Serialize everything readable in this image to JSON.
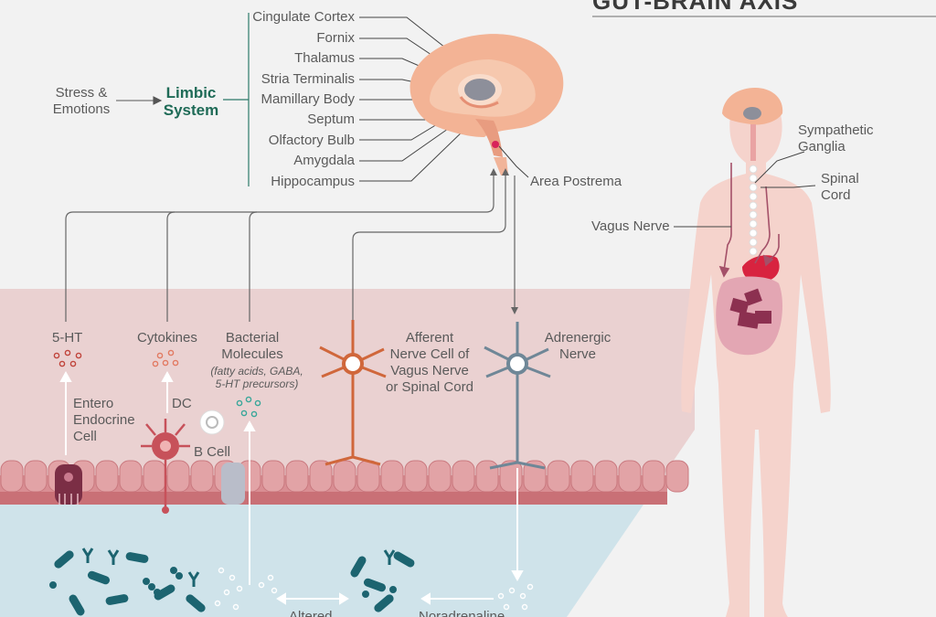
{
  "title": "GUT-BRAIN AXIS",
  "limbic": {
    "trigger": "Stress &\nEmotions",
    "system": "Limbic\nSystem",
    "structures": [
      "Cingulate Cortex",
      "Fornix",
      "Thalamus",
      "Stria Terminalis",
      "Mamillary Body",
      "Septum",
      "Olfactory Bulb",
      "Amygdala",
      "Hippocampus"
    ]
  },
  "brain_labels": {
    "area_postrema": "Area Postrema"
  },
  "body_labels": {
    "sympathetic_ganglia": "Sympathetic\nGanglia",
    "spinal_cord": "Spinal\nCord",
    "vagus_nerve": "Vagus Nerve"
  },
  "gut_labels": {
    "five_ht": "5-HT",
    "cytokines": "Cytokines",
    "bacterial_molecules": "Bacterial\nMolecules",
    "bacterial_molecules_note": "(fatty acids, GABA,\n5-HT precursors)",
    "afferent": "Afferent\nNerve Cell of\nVagus Nerve\nor Spinal Cord",
    "adrenergic": "Adrenergic\nNerve",
    "entero": "Entero\nEndocrine\nCell",
    "dc": "DC",
    "b_cell": "B Cell",
    "altered": "Altered",
    "noradrenaline": "Noradrenaline"
  },
  "colors": {
    "background": "#f2f2f2",
    "epithelium_band": "#ead1d1",
    "lumen": "#cfe3ea",
    "brain": "#f3b395",
    "accent_green": "#1f6b57",
    "afferent_nerve": "#d0673b",
    "adrenergic_nerve": "#6f8797",
    "bacteria": "#1c6470",
    "body": "#f5d3cc"
  }
}
